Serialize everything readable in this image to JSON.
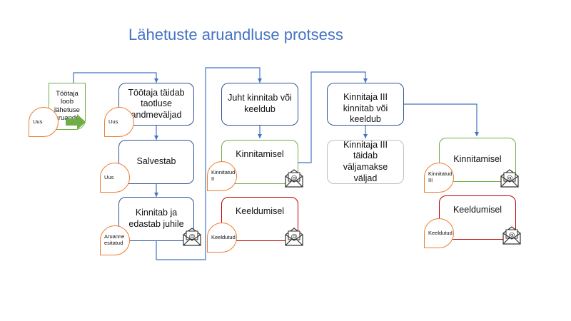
{
  "title": "Lähetuste aruandluse protsess",
  "colors": {
    "connector": "#4472c4",
    "box_border": "#2f5597",
    "approve_border": "#70ad47",
    "reject_border": "#c00000",
    "neutral_border": "#bfbfbf",
    "status_border": "#ed7d31",
    "title": "#4472c4"
  },
  "start_doc": {
    "label": "Töötaja loob lähetuse aruande",
    "status": "Uus",
    "icon": "green-arrow-icon"
  },
  "col1": {
    "fill": {
      "label": "Töötaja täidab taotluse andmeväljad",
      "status": "Uus"
    },
    "save": {
      "label": "Salvestab",
      "status": "Uus"
    },
    "submit": {
      "label": "Kinnitab ja edastab juhile",
      "status": "Aruanne esitatud",
      "icon": "envelope-at-icon"
    }
  },
  "col2": {
    "manager": {
      "label": "Juht kinnitab või keeldub"
    },
    "approve": {
      "label": "Kinnitamisel",
      "status": "Kinnitatud II",
      "icon": "envelope-at-icon"
    },
    "reject": {
      "label": "Keeldumisel",
      "status": "Keeldutud",
      "icon": "envelope-at-icon"
    }
  },
  "col3": {
    "approver3": {
      "label": "Kinnitaja III kinnitab või keeldub"
    },
    "payment": {
      "label": "Kinnitaja III täidab väljamakse väljad"
    }
  },
  "col4": {
    "approve": {
      "label": "Kinnitamisel",
      "status": "Kinnitatud III",
      "icon": "envelope-at-icon"
    },
    "reject": {
      "label": "Keeldumisel",
      "status": "Keeldutud",
      "icon": "envelope-at-icon"
    }
  }
}
